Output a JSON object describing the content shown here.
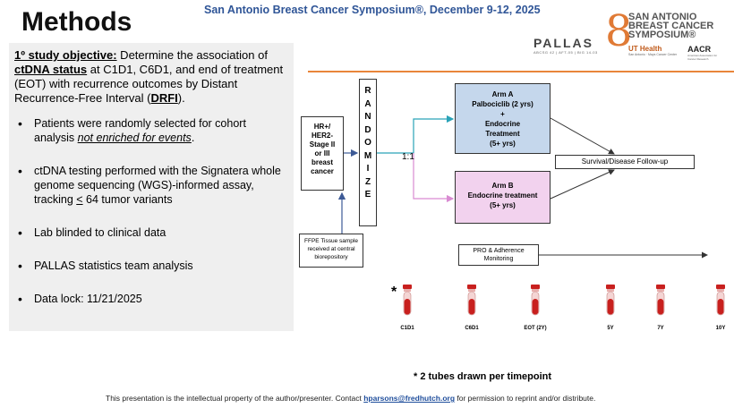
{
  "header": {
    "title": "Methods",
    "conference": "San Antonio Breast Cancer Symposium®, December 9-12, 2025"
  },
  "logos": {
    "pallas": "PALLAS",
    "pallas_sub": "ABCSG 42 | AFT-05 | BIG 14-03",
    "sabcs_line1": "SAN ANTONIO",
    "sabcs_line2": "BREAST CANCER",
    "sabcs_line3": "SYMPOSIUM®",
    "ut_health": "UT Health",
    "ut_sub": "San Antonio · Mays Cancer Center",
    "aacr": "AACR",
    "aacr_sub": "American Association for Cancer Research"
  },
  "objective": {
    "label": "1º study objective:",
    "text_1": " Determine the association of ",
    "ctdna": "ctDNA status",
    "text_2": " at C1D1, C6D1, and end of treatment (EOT) with recurrence outcomes by Distant Recurrence-Free Interval (",
    "drfi": "DRFI",
    "text_3": ")."
  },
  "bullets": {
    "b1_pre": "Patients were randomly selected for cohort analysis ",
    "b1_em": "not enriched for events",
    "b1_post": ".",
    "b2_pre": "ctDNA testing performed with the Signatera whole genome sequencing (WGS)-informed assay, tracking ",
    "b2_em": "<",
    "b2_post": " 64 tumor variants",
    "b3": "Lab blinded to clinical data",
    "b4": "PALLAS statistics team analysis",
    "b5": "Data lock: 11/21/2025"
  },
  "diagram": {
    "hr_box": [
      "HR+/",
      "HER2-",
      "Stage II",
      "or III",
      "breast",
      "cancer"
    ],
    "randomize": [
      "R",
      "A",
      "N",
      "D",
      "O",
      "M",
      "I",
      "Z",
      "E"
    ],
    "ratio": "1:1",
    "arm_a": [
      "Arm A",
      "Palbociclib (2 yrs)",
      "+",
      "Endocrine",
      "Treatment",
      "(5+ yrs)"
    ],
    "arm_b": [
      "Arm B",
      "Endocrine treatment",
      "(5+ yrs)"
    ],
    "survival": "Survival/Disease Follow-up",
    "ffpe": [
      "FFPE Tissue sample",
      "received at central",
      "biorepository"
    ],
    "pro": [
      "PRO & Adherence",
      "Monitoring"
    ],
    "asterisk": "*",
    "timepoints": [
      "C1D1",
      "C6D1",
      "EOT (2Y)",
      "5Y",
      "7Y",
      "10Y"
    ],
    "tubes_note": "* 2 tubes drawn per timepoint"
  },
  "colors": {
    "banner_blue": "#2f5597",
    "orange": "#e9853a",
    "arm_a_fill": "#c5d7ec",
    "arm_b_fill": "#f2d2ee",
    "tube_red": "#c8201e",
    "arrow_teal": "#2aa3b8",
    "arrow_pink": "#d98bd2",
    "arrow_blue": "#3d5a96"
  },
  "footer": {
    "pre": "This presentation is the intellectual property of the author/presenter. Contact ",
    "email": "hparsons@fredhutch.org",
    "post": " for permission to reprint and/or distribute."
  }
}
